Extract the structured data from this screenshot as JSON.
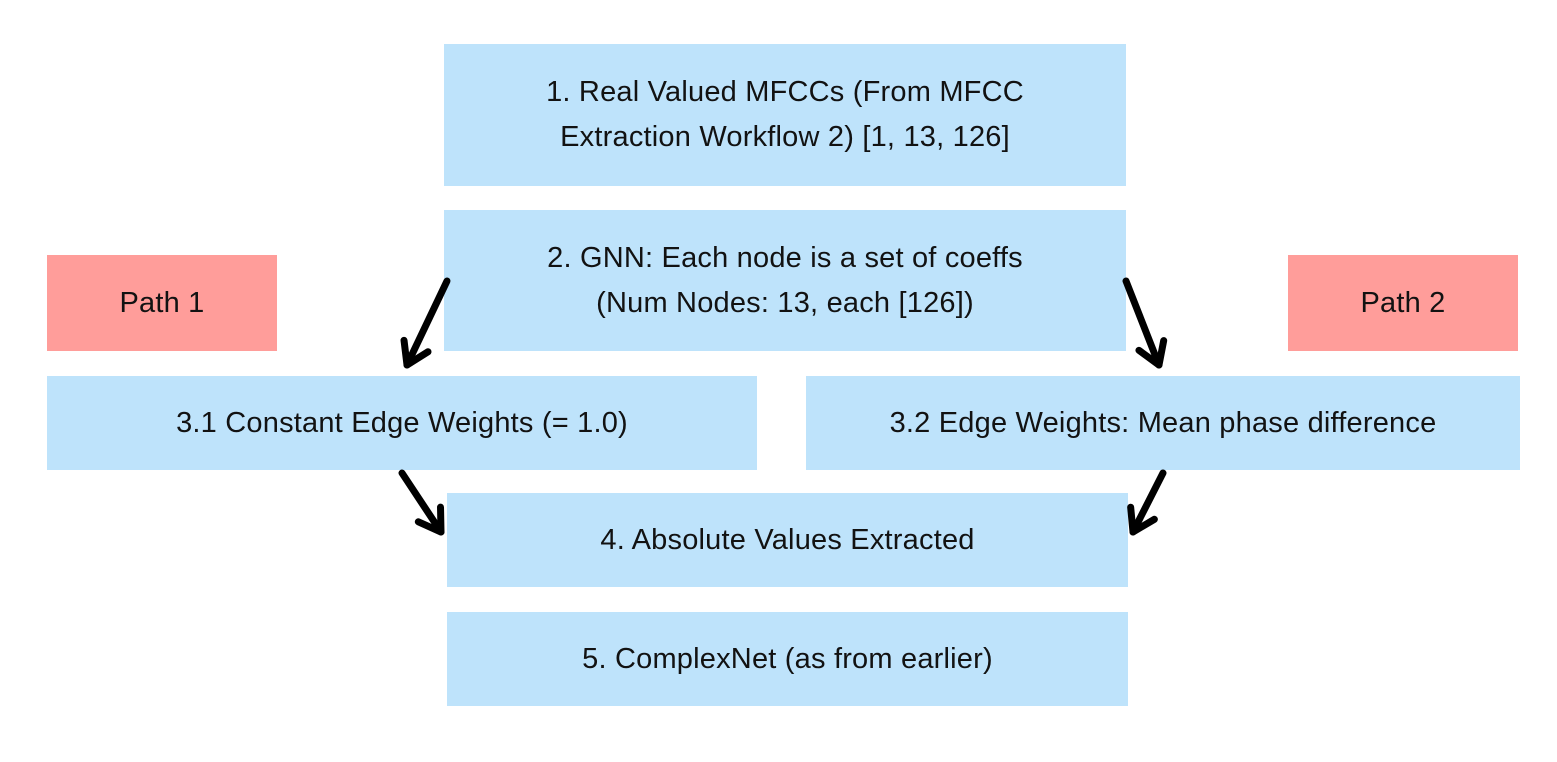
{
  "diagram": {
    "description_colors": {
      "node_fill_blue": "#BEE3FB",
      "path_label_fill_red": "#FF9D9A",
      "text_color": "#121212",
      "arrow_color": "#000000",
      "background": "#FFFFFF"
    },
    "nodes": {
      "step1": {
        "lines": [
          "1. Real Valued MFCCs (From MFCC",
          "Extraction Workflow 2) [1, 13, 126]"
        ]
      },
      "step2": {
        "lines": [
          "2. GNN: Each node is a set of coeffs",
          "(Num Nodes: 13, each [126])"
        ]
      },
      "path1": {
        "label": "Path 1"
      },
      "path2": {
        "label": "Path 2"
      },
      "step3_1": {
        "label": "3.1 Constant Edge Weights (= 1.0)"
      },
      "step3_2": {
        "label": "3.2 Edge Weights: Mean phase difference"
      },
      "step4": {
        "label": "4. Absolute Values Extracted"
      },
      "step5": {
        "label": "5. ComplexNet (as from earlier)"
      }
    },
    "edges": [
      {
        "from": "step2",
        "to": "step3_1"
      },
      {
        "from": "step2",
        "to": "step3_2"
      },
      {
        "from": "step3_1",
        "to": "step4"
      },
      {
        "from": "step3_2",
        "to": "step4"
      }
    ]
  }
}
